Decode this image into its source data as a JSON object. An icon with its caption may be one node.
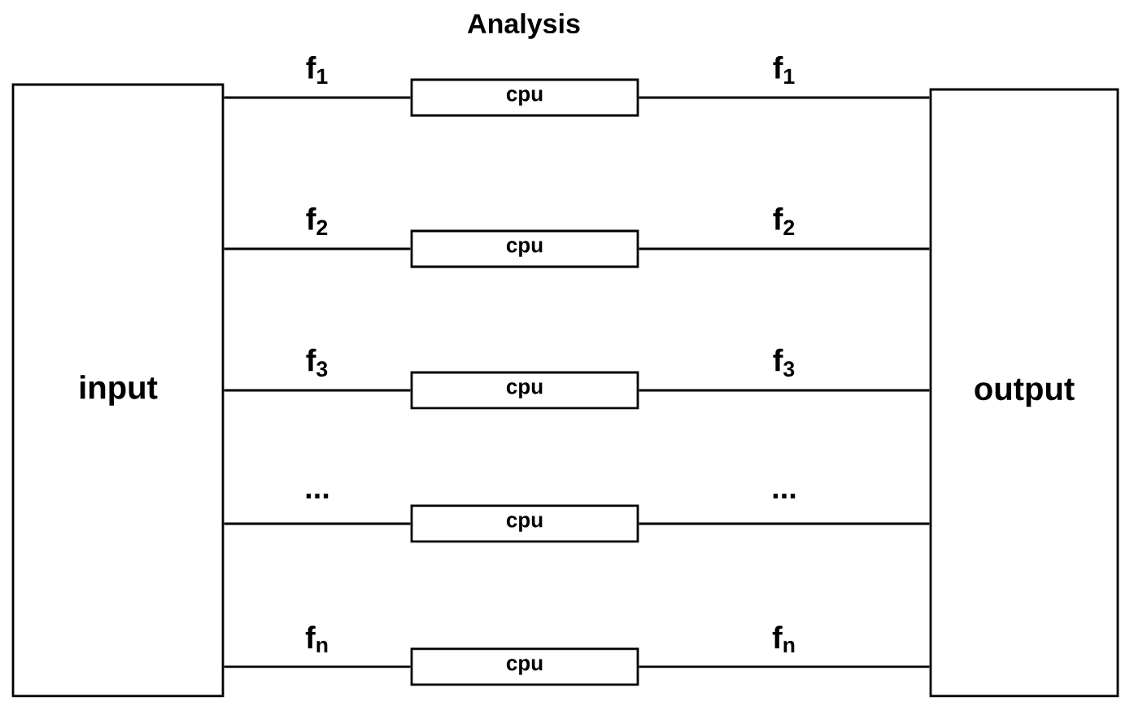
{
  "diagram": {
    "title": "Analysis",
    "nodes": [
      {
        "text": [
          "input"
        ]
      },
      {
        "text": [
          "cpu"
        ]
      },
      {
        "text": [
          "cpu"
        ]
      },
      {
        "text": [
          "cpu"
        ]
      },
      {
        "text": [
          "cpu"
        ]
      },
      {
        "text": [
          "cpu"
        ]
      },
      {
        "text": [
          "output"
        ]
      }
    ],
    "edges": [
      {
        "from": 0,
        "to": 1,
        "arrow": "none",
        "label": "f$_{1}$"
      },
      {
        "from": 0,
        "to": 2,
        "arrow": "none",
        "label": "f$_{2}$"
      },
      {
        "from": 0,
        "to": 3,
        "arrow": "none",
        "label": "f$_{3}$"
      },
      {
        "from": 0,
        "to": 4,
        "arrow": "none",
        "label": "..."
      },
      {
        "from": 0,
        "to": 5,
        "arrow": "none",
        "label": "f$_{n}$"
      },
      {
        "from": 1,
        "to": 6,
        "arrow": "none",
        "label": "f$_{1}$"
      },
      {
        "from": 2,
        "to": 6,
        "arrow": "none",
        "label": "f$_{2}$"
      },
      {
        "from": 3,
        "to": 6,
        "arrow": "none",
        "label": "f$_{3}$"
      },
      {
        "from": 4,
        "to": 6,
        "arrow": "none",
        "label": "..."
      },
      {
        "from": 5,
        "to": 6,
        "arrow": "none",
        "label": "f$_{n}$"
      }
    ]
  }
}
